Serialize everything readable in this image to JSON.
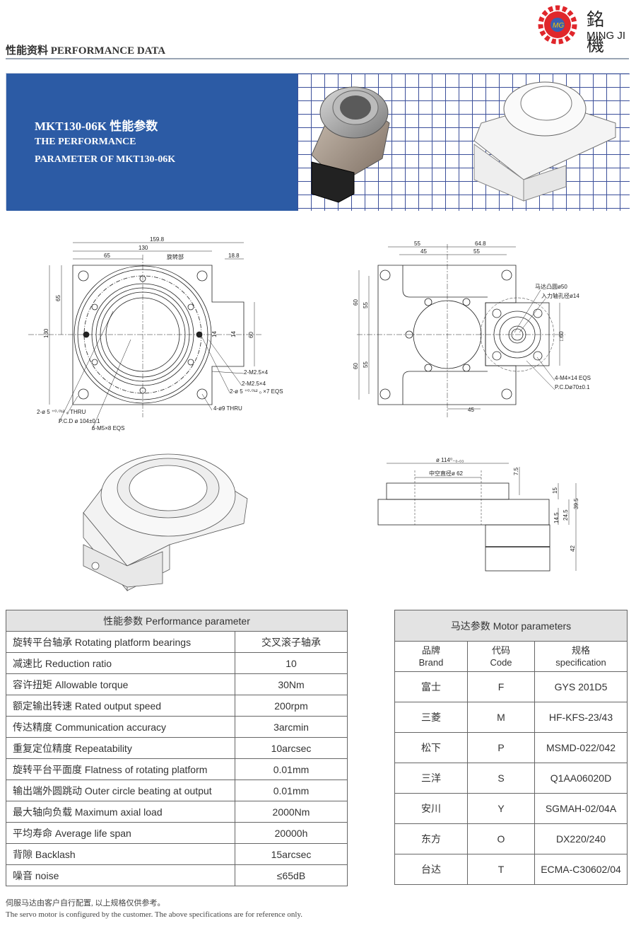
{
  "brand": {
    "name_cn": "銘 機",
    "name_en": "MING JI",
    "logo_mark": "MG",
    "accent": "#e0262b"
  },
  "section_title": "性能资料 PERFORMANCE DATA",
  "banner": {
    "title": "MKT130-06K 性能参数",
    "line2": "THE PERFORMANCE",
    "line3": "PARAMETER OF MKT130-06K",
    "color": "#2c5ba5"
  },
  "drawing_top": {
    "d_159_8": "159.8",
    "d_130_h": "130",
    "d_65_h": "65",
    "d_18_8": "18.8",
    "d_130_v": "130",
    "d_65_v": "65",
    "d_60": "60",
    "d_14a": "14",
    "d_14b": "14",
    "rotating_part": "旋转部",
    "m25a": "2-M2.5×4",
    "m25b": "2-M2.5×4",
    "pin_eqs": "2-ø 5 ⁺⁰·⁰¹² ₀ ×7 EQS",
    "thru9": "4-ø9 THRU",
    "pin_thru": "2-ø 5 ⁺⁰·⁰¹² ₀ THRU",
    "pcd": "P.C.D ø 104±0.1",
    "m5": "6-M5×8 EQS"
  },
  "drawing_bottom": {
    "d_55_h": "55",
    "d_64_8": "64.8",
    "d_45_h": "45",
    "d_55_h2": "55",
    "d_60a": "60",
    "d_60b": "60",
    "d_55a": "55",
    "d_55b": "55",
    "d_45_bottom": "45",
    "motor_boss": "马达凸圆ø50",
    "input_bore": "入力轴孔径ø14",
    "square": "□60",
    "m4": "4-M4×14 EQS",
    "pcd": "P.C.Dø70±0.1"
  },
  "drawing_side": {
    "d114": "ø 114⁰₋₀.₀₃",
    "hollow": "中空直径ø 62",
    "d7_5": "7.5",
    "d15": "15",
    "d39_5": "39.5",
    "d24_5": "24.5",
    "d14_5": "14.5",
    "d42": "42"
  },
  "performance_table": {
    "title": "性能参数 Performance parameter",
    "rows": [
      {
        "label": "旋转平台轴承 Rotating platform bearings",
        "value": "交叉滚子轴承"
      },
      {
        "label": "减速比 Reduction ratio",
        "value": "10"
      },
      {
        "label": "容许扭矩 Allowable torque",
        "value": "30Nm"
      },
      {
        "label": "额定输出转速 Rated output speed",
        "value": "200rpm"
      },
      {
        "label": "传达精度 Communication accuracy",
        "value": "3arcmin"
      },
      {
        "label": "重复定位精度 Repeatability",
        "value": "10arcsec"
      },
      {
        "label": "旋转平台平面度 Flatness of rotating platform",
        "value": "0.01mm"
      },
      {
        "label": "输出端外圆跳动 Outer circle beating at output",
        "value": "0.01mm"
      },
      {
        "label": "最大轴向负载 Maximum axial load",
        "value": "2000Nm"
      },
      {
        "label": "平均寿命 Average life span",
        "value": "20000h"
      },
      {
        "label": "背隙 Backlash",
        "value": "15arcsec"
      },
      {
        "label": "噪音 noise",
        "value": "≤65dB"
      }
    ]
  },
  "motor_table": {
    "title": "马达参数 Motor parameters",
    "headers": [
      {
        "cn": "品牌",
        "en": "Brand"
      },
      {
        "cn": "代码",
        "en": "Code"
      },
      {
        "cn": "规格",
        "en": "specification"
      }
    ],
    "rows": [
      {
        "brand": "富士",
        "code": "F",
        "spec": "GYS 201D5"
      },
      {
        "brand": "三菱",
        "code": "M",
        "spec": "HF-KFS-23/43"
      },
      {
        "brand": "松下",
        "code": "P",
        "spec": "MSMD-022/042"
      },
      {
        "brand": "三洋",
        "code": "S",
        "spec": "Q1AA06020D"
      },
      {
        "brand": "安川",
        "code": "Y",
        "spec": "SGMAH-02/04A"
      },
      {
        "brand": "东方",
        "code": "O",
        "spec": "DX220/240"
      },
      {
        "brand": "台达",
        "code": "T",
        "spec": "ECMA-C30602/04"
      }
    ]
  },
  "footnote": {
    "cn": "伺服马达由客户自行配置, 以上规格仅供参考。",
    "en": "The servo motor is configured by the customer. The above specifications are for reference only."
  }
}
